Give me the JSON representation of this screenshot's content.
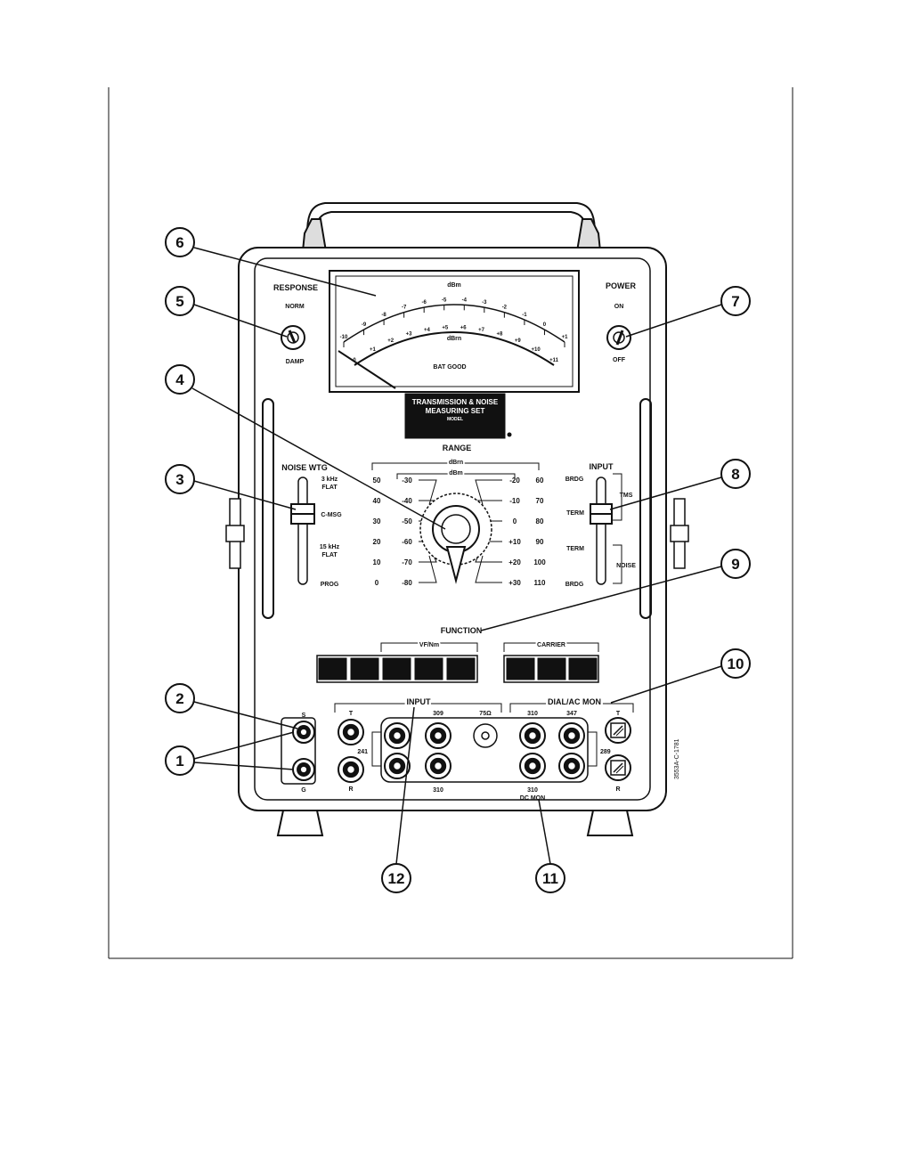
{
  "callouts": {
    "c1": "1",
    "c2": "2",
    "c3": "3",
    "c4": "4",
    "c5": "5",
    "c6": "6",
    "c7": "7",
    "c8": "8",
    "c9": "9",
    "c10": "10",
    "c11": "11",
    "c12": "12"
  },
  "labels": {
    "response": "RESPONSE",
    "norm": "NORM",
    "damp": "DAMP",
    "power": "POWER",
    "on": "ON",
    "off": "OFF",
    "noise_wtg": "NOISE WTG",
    "flat3_a": "3 kHz",
    "flat3_b": "FLAT",
    "c_msg": "C-MSG",
    "flat15_a": "15 kHz",
    "flat15_b": "FLAT",
    "prog": "PROG",
    "range": "RANGE",
    "dbrn": "dBrn",
    "dbm": "dBm",
    "input_hdr": "INPUT",
    "brdg1": "BRDG",
    "term1": "TERM",
    "tms": "TMS",
    "term2": "TERM",
    "noise": "NOISE",
    "brdg2": "BRDG",
    "function": "FUNCTION",
    "vf_nm": "VF/Nm",
    "carrier": "CARRIER",
    "input_jacks": "INPUT",
    "dial_ac_mon": "DIAL/AC MON",
    "s": "S",
    "g": "G",
    "t_left": "T",
    "r_left": "R",
    "j309": "309",
    "j75": "75Ω",
    "j310a": "310",
    "j347": "347",
    "j241": "241",
    "j289": "289",
    "j310b": "310",
    "j310c": "310",
    "dc_mon": "DC MON",
    "t_right": "T",
    "r_right": "R",
    "meter_top_unit": "dBm",
    "meter_bot_unit": "dBrn",
    "bat_good": "BAT GOOD",
    "nameplate_1": "TRANSMISSION & NOISE",
    "nameplate_2": "MEASURING SET",
    "nameplate_3": "MODEL",
    "part_no": "3553A-C-1781"
  },
  "range_scale": {
    "left_dbrn": [
      "50",
      "40",
      "30",
      "20",
      "10",
      "0"
    ],
    "left_dbm": [
      "-30",
      "-40",
      "-50",
      "-60",
      "-70",
      "-80"
    ],
    "right_dbm": [
      "-20",
      "-10",
      "0",
      "+10",
      "+20",
      "+30"
    ],
    "right_dbrn": [
      "60",
      "70",
      "80",
      "90",
      "100",
      "110"
    ]
  },
  "meter_scale": {
    "top": [
      "-10",
      "-9",
      "-8",
      "-7",
      "-6",
      "-5",
      "-4",
      "-3",
      "-2",
      "-1",
      "0",
      "+1"
    ],
    "bottom": [
      "0",
      "+1",
      "+2",
      "+3",
      "+4",
      "+5",
      "+6",
      "+7",
      "+8",
      "+9",
      "+10",
      "+11"
    ]
  }
}
